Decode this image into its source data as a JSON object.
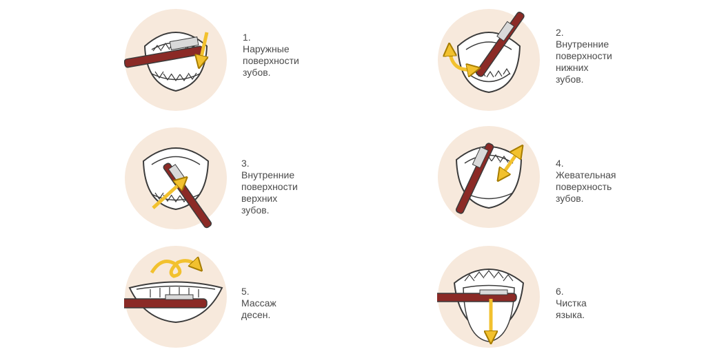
{
  "colors": {
    "circle_bg": "#f7e9dc",
    "outline": "#3b3b3b",
    "brush": "#8b2a26",
    "bristle": "#d9d9d9",
    "arrow": "#f2c12e",
    "arrow_outline": "#a67c00",
    "text": "#4a4a4a"
  },
  "steps": [
    {
      "caption": "1. Наружные\nповерхности зубов.",
      "icon": "outer-surface-brushing-icon"
    },
    {
      "caption": "2. Внутренние\nповерхности нижних\nзубов.",
      "icon": "lower-inner-surface-brushing-icon"
    },
    {
      "caption": "3. Внутренние\nповерхности верхних\nзубов.",
      "icon": "upper-inner-surface-brushing-icon"
    },
    {
      "caption": "4. Жевательная\nповерхность зубов.",
      "icon": "chewing-surface-brushing-icon"
    },
    {
      "caption": "5. Массаж десен.",
      "icon": "gum-massage-icon"
    },
    {
      "caption": "6. Чистка языка.",
      "icon": "tongue-cleaning-icon"
    }
  ]
}
